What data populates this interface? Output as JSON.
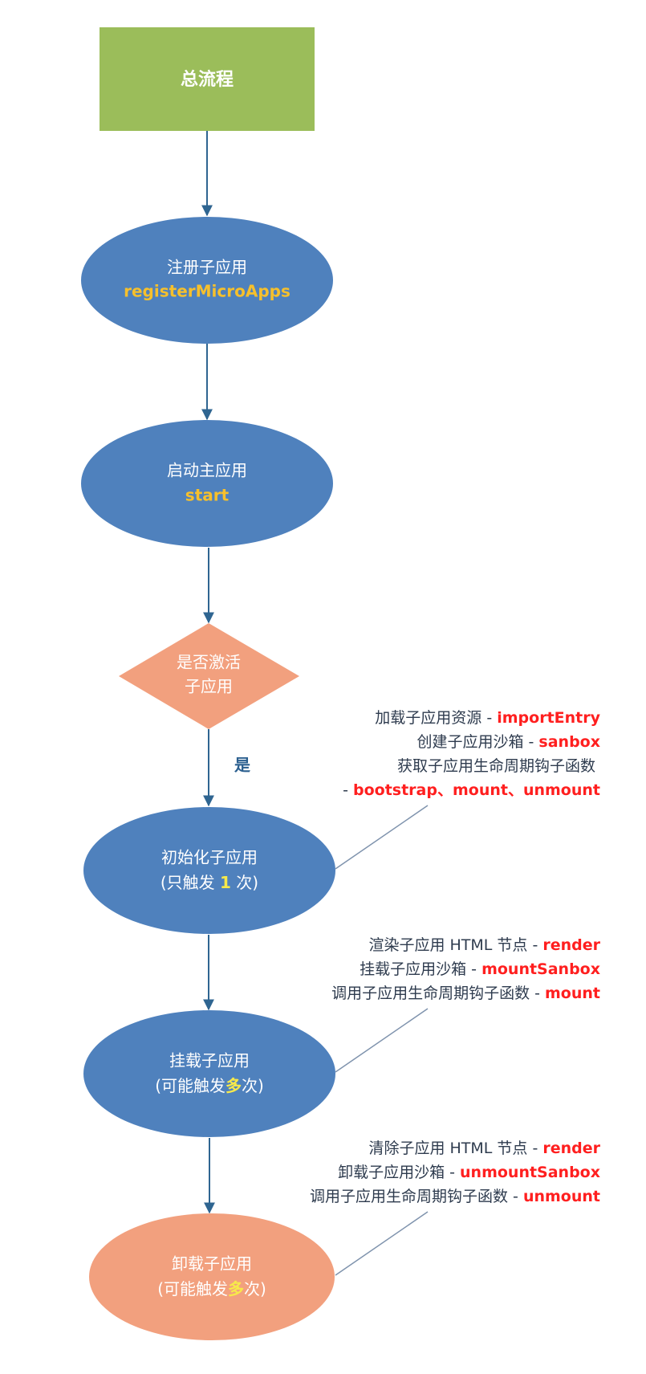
{
  "colors": {
    "process_green": "#9bbd5a",
    "process_blue": "#4f81bd",
    "decision_salmon": "#f2a07e",
    "terminal_salmon": "#f2a07e",
    "arrow": "#2f6591",
    "connector": "#7f93ad",
    "note_text": "#2e3b4e",
    "note_code": "#ff1f1f",
    "node_code": "#f6c02c",
    "emphasis": "#f7e94a"
  },
  "nodes": {
    "start_box": {
      "title": "总流程"
    },
    "register": {
      "title": "注册子应用",
      "code": "registerMicroApps"
    },
    "start": {
      "title": "启动主应用",
      "code": "start"
    },
    "decision": {
      "line1": "是否激活",
      "line2": "子应用"
    },
    "init": {
      "title": "初始化子应用",
      "line2_prefix": "(只触发 ",
      "line2_emphasis": "1",
      "line2_suffix": " 次)"
    },
    "mount": {
      "title": "挂载子应用",
      "line2_prefix": "(可能触发",
      "line2_emphasis": "多",
      "line2_suffix": "次)"
    },
    "unmount": {
      "title": "卸载子应用",
      "line2_prefix": "(可能触发",
      "line2_emphasis": "多",
      "line2_suffix": "次)"
    }
  },
  "edge_labels": {
    "yes": "是"
  },
  "notes": {
    "init": [
      {
        "text": "加载子应用资源 - ",
        "code": "importEntry"
      },
      {
        "text": "创建子应用沙箱 - ",
        "code": "sanbox"
      },
      {
        "text": "获取子应用生命周期钩子函数",
        "code": ""
      },
      {
        "text": "- ",
        "code": "bootstrap、mount、unmount"
      }
    ],
    "mount": [
      {
        "text": "渲染子应用 HTML 节点 - ",
        "code": "render"
      },
      {
        "text": "挂载子应用沙箱 - ",
        "code": "mountSanbox"
      },
      {
        "text": "调用子应用生命周期钩子函数 - ",
        "code": "mount"
      }
    ],
    "unmount": [
      {
        "text": "清除子应用 HTML 节点 - ",
        "code": "render"
      },
      {
        "text": "卸载子应用沙箱 - ",
        "code": "unmountSanbox"
      },
      {
        "text": "调用子应用生命周期钩子函数 - ",
        "code": "unmount"
      }
    ]
  }
}
